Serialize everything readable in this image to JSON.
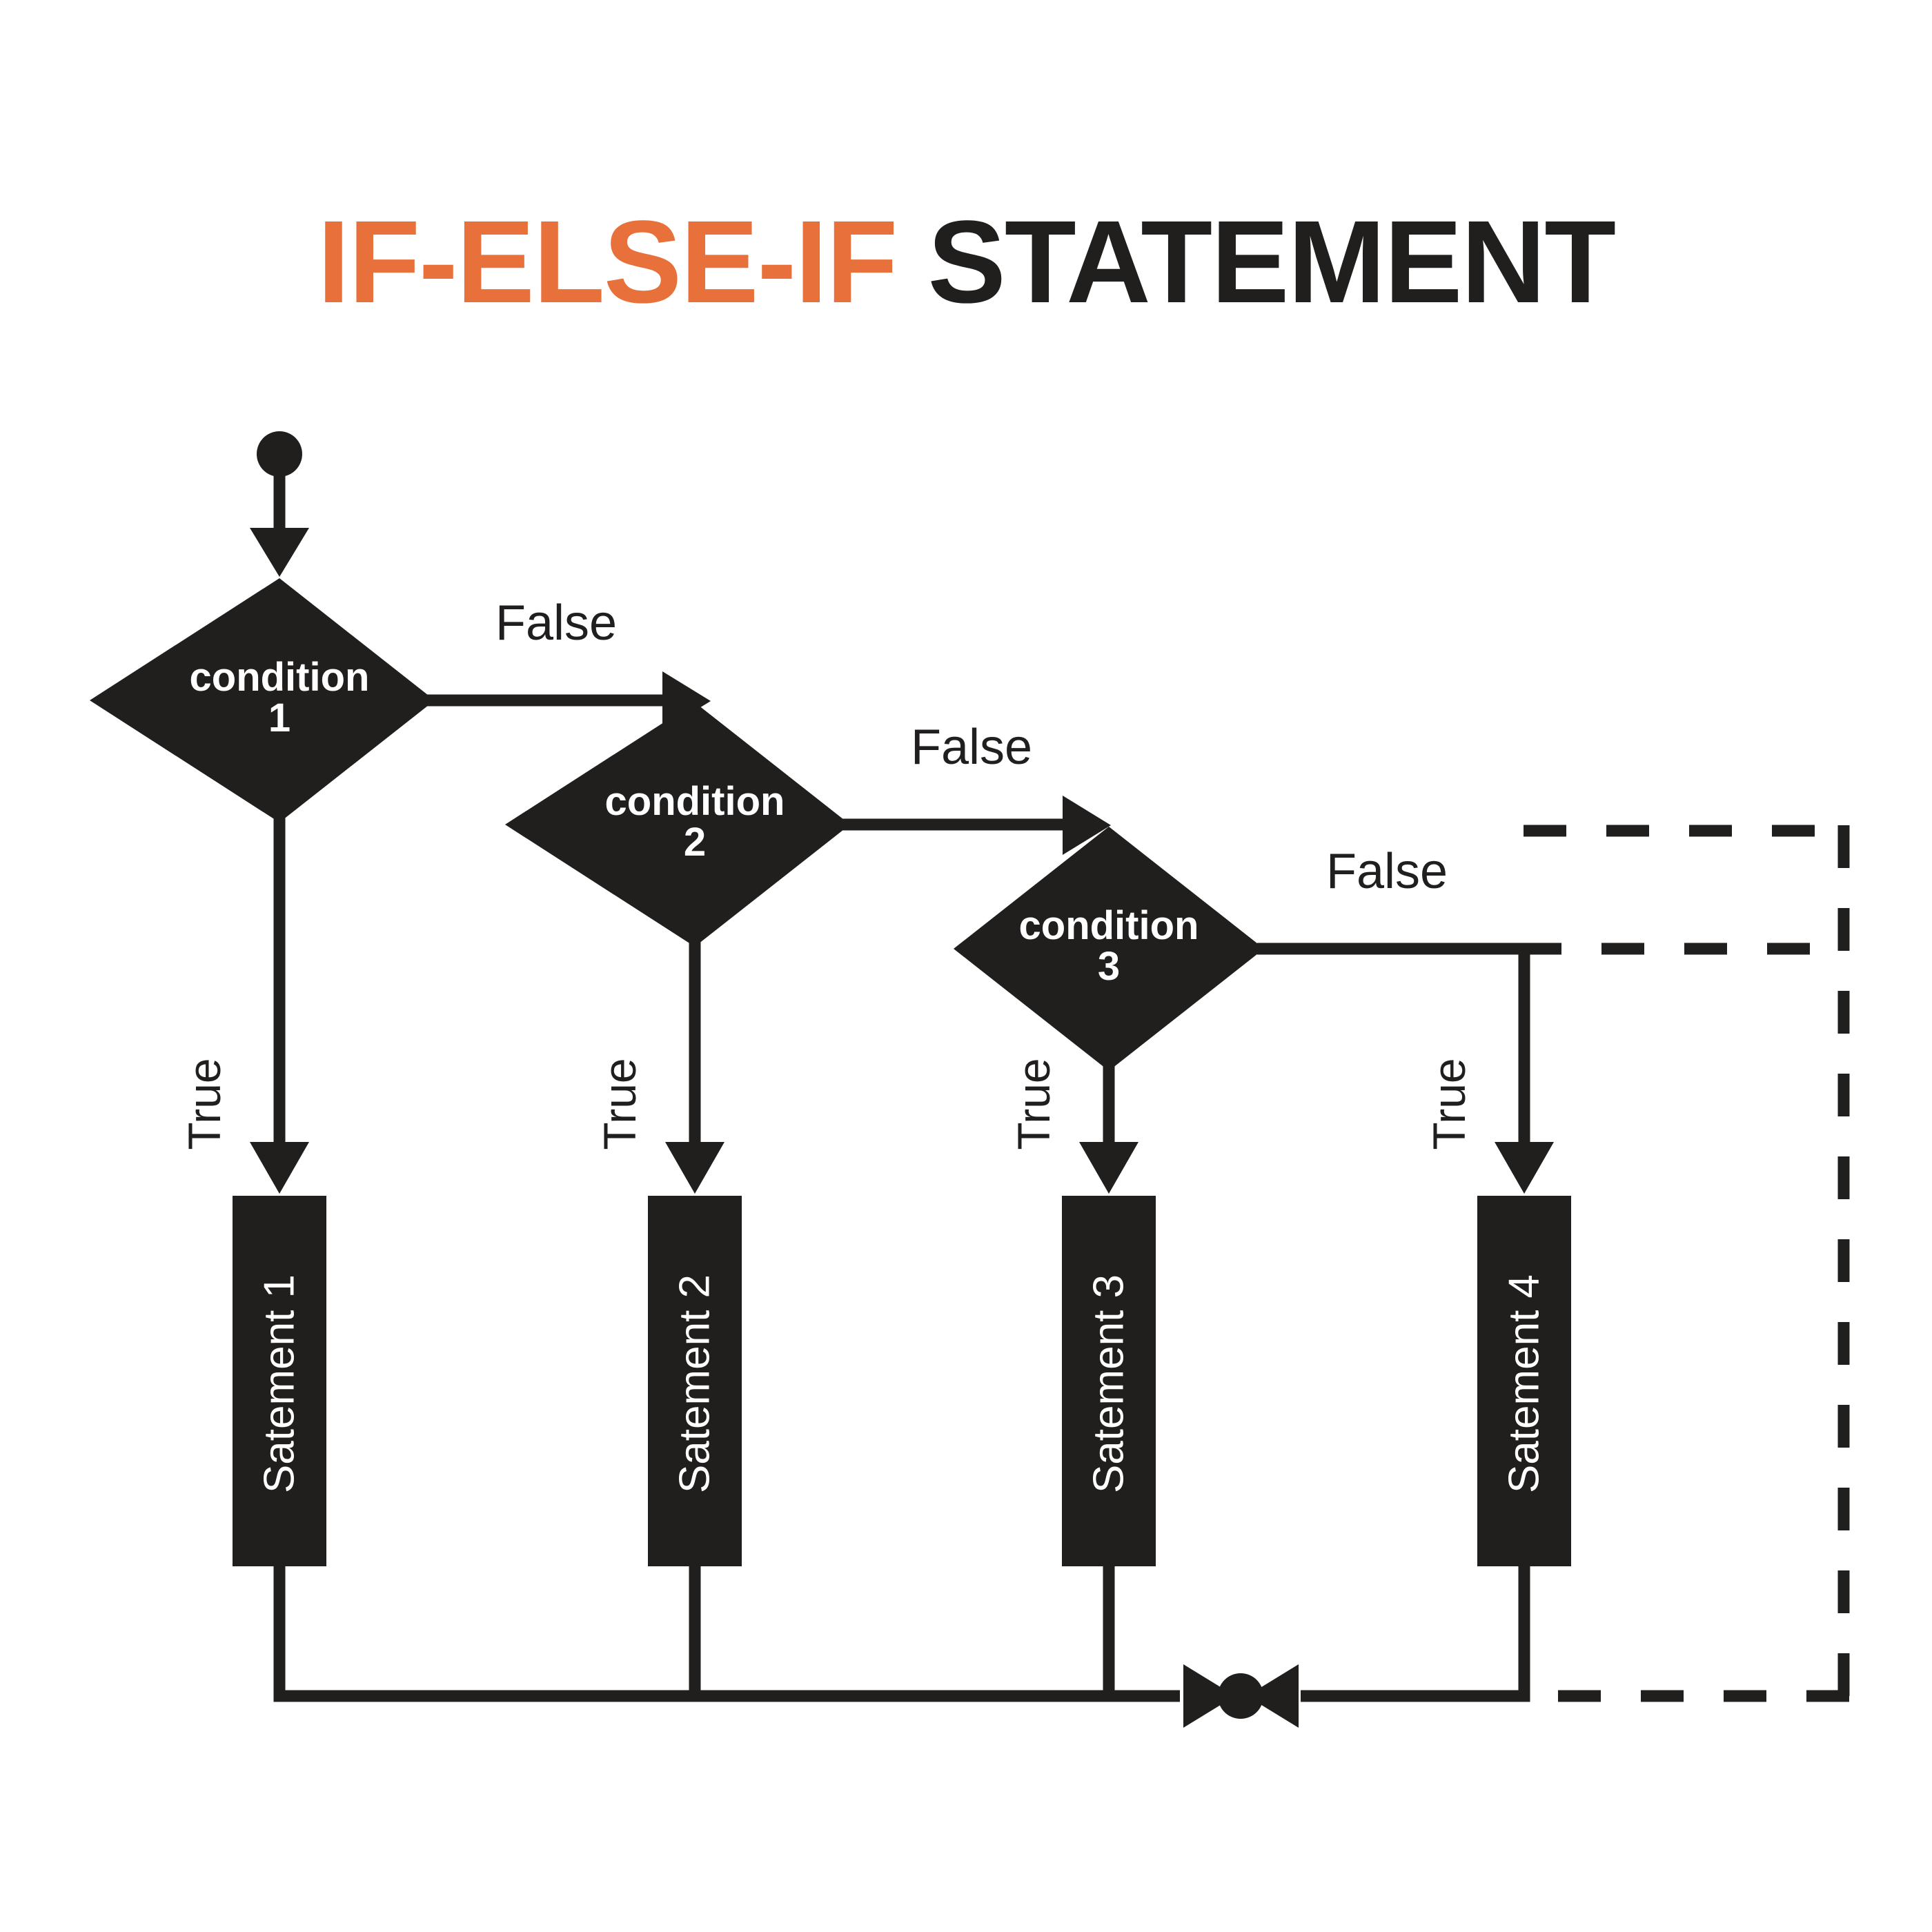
{
  "title": {
    "accent_text": "IF-ELSE-IF",
    "dark_text": " STATEMENT",
    "accent_color": "#E8703A",
    "dark_color": "#211F1E"
  },
  "colors": {
    "ink": "#211F1E",
    "canvas": "#ffffff",
    "node_fill": "#211F1E",
    "node_text": "#ffffff"
  },
  "diagram": {
    "type": "flowchart",
    "start_node": {
      "name": "start-terminal",
      "shape": "filled-circle"
    },
    "end_node": {
      "name": "merge-terminal",
      "shape": "filled-circle"
    },
    "decisions": [
      {
        "id": "c1",
        "label": "condition\n1",
        "true_label": "True",
        "false_label": "False"
      },
      {
        "id": "c2",
        "label": "condition\n2",
        "true_label": "True",
        "false_label": "False"
      },
      {
        "id": "c3",
        "label": "condition\n3",
        "true_label": "True",
        "false_label": "False"
      }
    ],
    "else_branch": {
      "true_label": "True"
    },
    "processes": [
      {
        "id": "s1",
        "label": "Satement 1"
      },
      {
        "id": "s2",
        "label": "Satement 2"
      },
      {
        "id": "s3",
        "label": "Satement 3"
      },
      {
        "id": "s4",
        "label": "Satement 4"
      }
    ],
    "dashed_region": {
      "name": "optional-else-path",
      "style": "dashed"
    }
  }
}
